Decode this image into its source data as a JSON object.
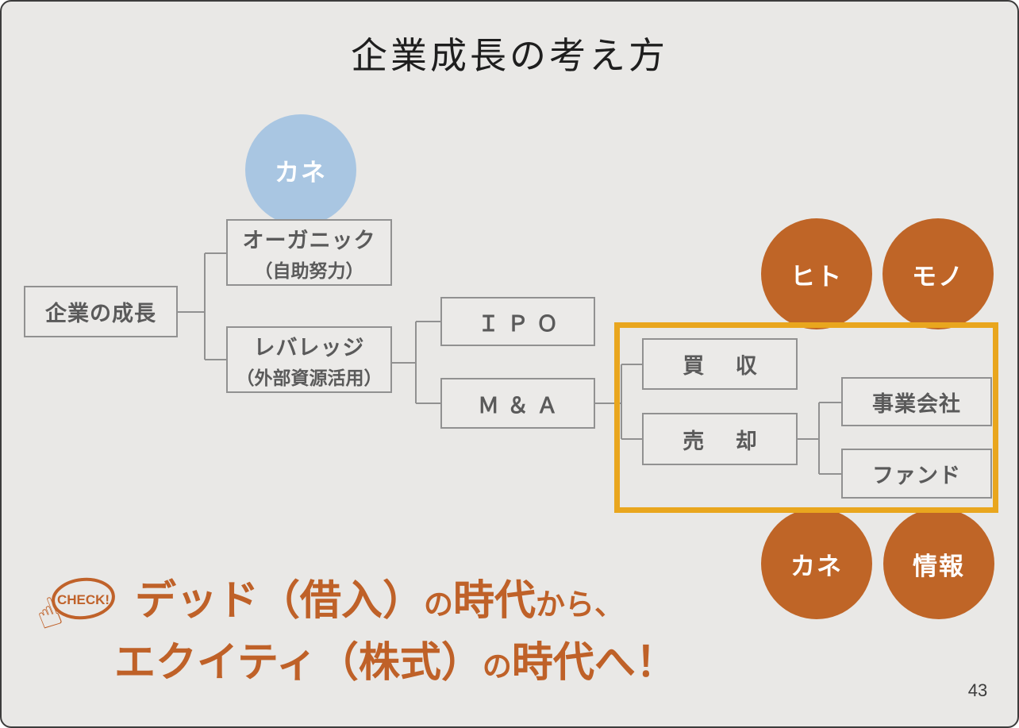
{
  "slide": {
    "title": "企業成長の考え方",
    "page_number": "43"
  },
  "tree": {
    "root": {
      "label": "企業の成長"
    },
    "organic": {
      "label": "オーガニック",
      "sub": "（自助努力）"
    },
    "leverage": {
      "label": "レバレッジ",
      "sub": "（外部資源活用）"
    },
    "ipo": {
      "label": "ＩＰＯ"
    },
    "ma": {
      "label": "Ｍ＆Ａ"
    },
    "acquisition": {
      "label": "買 収"
    },
    "sale": {
      "label": "売 却"
    },
    "operating_company": {
      "label": "事業会社"
    },
    "fund": {
      "label": "ファンド"
    }
  },
  "circles": {
    "money_blue": {
      "label": "カネ",
      "color": "#a9c6e2"
    },
    "hito": {
      "label": "ヒト",
      "color": "#bf6527"
    },
    "mono": {
      "label": "モノ",
      "color": "#bf6527"
    },
    "kane": {
      "label": "カネ",
      "color": "#bf6527"
    },
    "joho": {
      "label": "情報",
      "color": "#bf6527"
    }
  },
  "callout": {
    "badge": "CHECK!",
    "hand_icon": "☝",
    "line1": {
      "b1": "デッド（借入）",
      "s1": "の",
      "b2": "時代",
      "s2": "から、"
    },
    "line2": {
      "b1": "エクイティ（株式）",
      "s1": "の",
      "b2": "時代へ！"
    }
  },
  "colors": {
    "background": "#e9e8e6",
    "box_border": "#919191",
    "box_text": "#5a5a5a",
    "connector": "#919191",
    "accent_orange_text": "#bf6128",
    "frame_orange": "#e9a61e",
    "circle_orange": "#bf6527",
    "circle_blue": "#a9c6e2",
    "title_text": "#1e1e1e"
  }
}
